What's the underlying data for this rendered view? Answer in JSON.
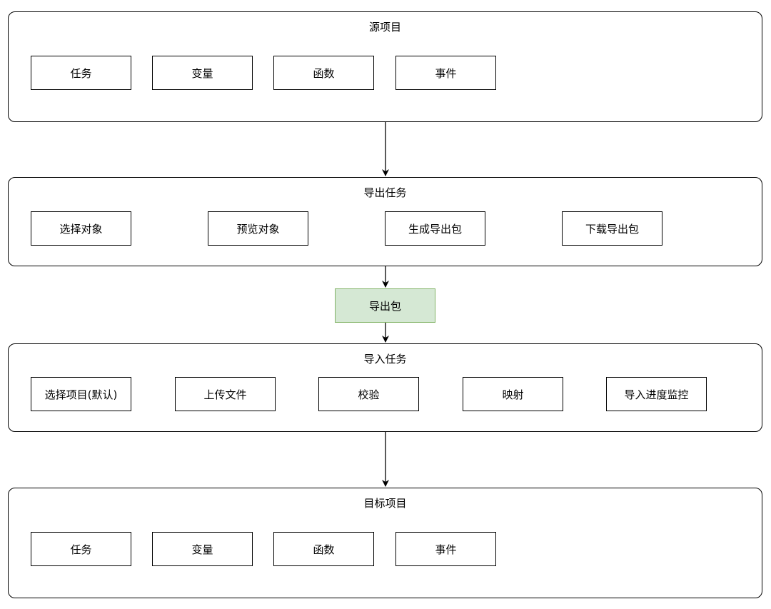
{
  "source_project": {
    "title": "源项目",
    "items": [
      "任务",
      "变量",
      "函数",
      "事件"
    ]
  },
  "export_task": {
    "title": "导出任务",
    "steps": [
      "选择对象",
      "预览对象",
      "生成导出包",
      "下载导出包"
    ]
  },
  "export_package": {
    "label": "导出包",
    "fill_color": "#d5e8d4",
    "stroke_color": "#82b366"
  },
  "import_task": {
    "title": "导入任务",
    "steps": [
      "选择项目(默认)",
      "上传文件",
      "校验",
      "映射",
      "导入进度监控"
    ]
  },
  "target_project": {
    "title": "目标项目",
    "items": [
      "任务",
      "变量",
      "函数",
      "事件"
    ]
  }
}
